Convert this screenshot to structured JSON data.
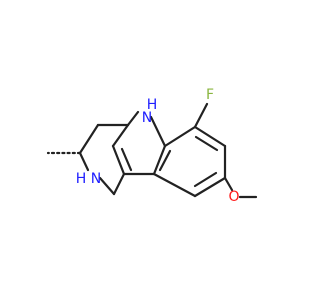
{
  "molecule": {
    "colors": {
      "bond": "#222222",
      "nitrogen": "#2020ff",
      "oxygen": "#ff1a1a",
      "fluorine": "#8ab63f",
      "carbon": "#222222"
    },
    "atoms": {
      "indole_nh": {
        "symbol": "N",
        "hydrogen": "H"
      },
      "ring_nh": {
        "symbol": "N",
        "hydrogen": "H"
      },
      "methoxy_o": {
        "symbol": "O"
      },
      "fluorine": {
        "symbol": "F"
      }
    }
  }
}
